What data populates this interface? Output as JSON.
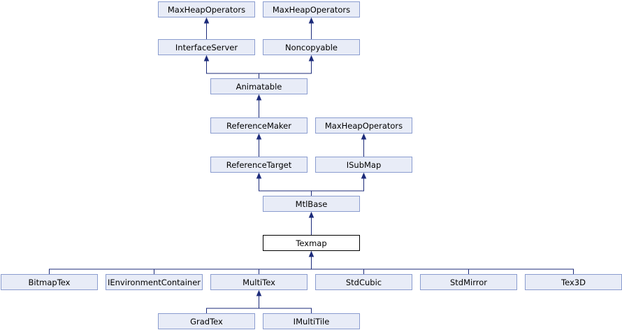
{
  "diagram": {
    "colors": {
      "node_fill": "#e8ecf7",
      "node_border": "#8a9ccf",
      "current_fill": "#ffffff",
      "current_border": "#000000",
      "edge": "#1c2b7a"
    },
    "nodes": {
      "maxheap_a": "MaxHeapOperators",
      "maxheap_b": "MaxHeapOperators",
      "interface_server": "InterfaceServer",
      "noncopyable": "Noncopyable",
      "animatable": "Animatable",
      "reference_maker": "ReferenceMaker",
      "maxheap_c": "MaxHeapOperators",
      "reference_target": "ReferenceTarget",
      "isubmap": "ISubMap",
      "mtlbase": "MtlBase",
      "texmap": "Texmap",
      "bitmaptex": "BitmapTex",
      "ienvironment_container": "IEnvironmentContainer",
      "multitex": "MultiTex",
      "stdcubic": "StdCubic",
      "stdmirror": "StdMirror",
      "tex3d": "Tex3D",
      "gradtex": "GradTex",
      "imultitile": "IMultiTile"
    },
    "current_node": "texmap",
    "edges": [
      [
        "interface_server",
        "maxheap_a"
      ],
      [
        "noncopyable",
        "maxheap_b"
      ],
      [
        "animatable",
        "interface_server"
      ],
      [
        "animatable",
        "noncopyable"
      ],
      [
        "reference_maker",
        "animatable"
      ],
      [
        "reference_target",
        "reference_maker"
      ],
      [
        "isubmap",
        "maxheap_c"
      ],
      [
        "mtlbase",
        "reference_target"
      ],
      [
        "mtlbase",
        "isubmap"
      ],
      [
        "texmap",
        "mtlbase"
      ],
      [
        "bitmaptex",
        "texmap"
      ],
      [
        "ienvironment_container",
        "texmap"
      ],
      [
        "multitex",
        "texmap"
      ],
      [
        "stdcubic",
        "texmap"
      ],
      [
        "stdmirror",
        "texmap"
      ],
      [
        "tex3d",
        "texmap"
      ],
      [
        "gradtex",
        "multitex"
      ],
      [
        "imultitile",
        "multitex"
      ]
    ]
  }
}
